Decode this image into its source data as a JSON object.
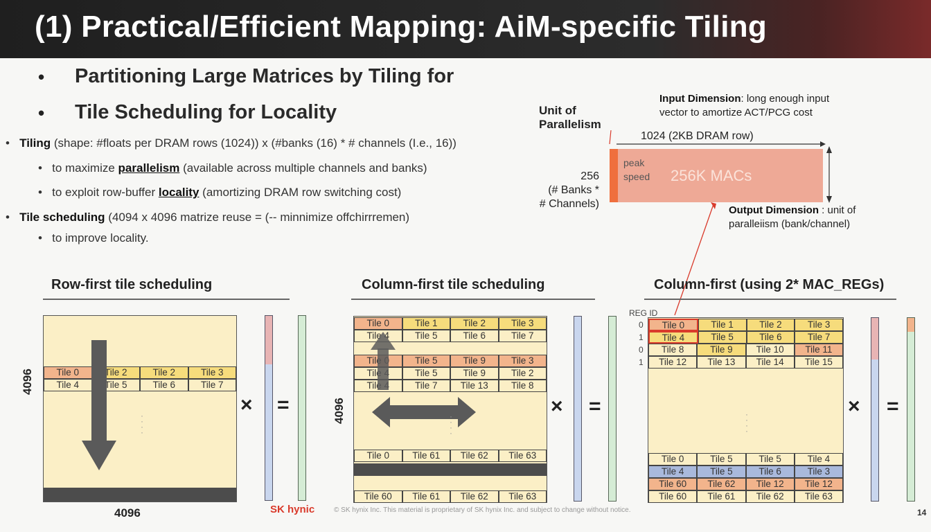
{
  "slide": {
    "title": "(1) Practical/Efficient Mapping: AiM-specific Tiling",
    "page_number": "14",
    "footer_logo": "SK hynic",
    "footer_text": "© SK hynix Inc. This material is proprietary of SK hynix Inc. and subject to change without notice."
  },
  "bullets": {
    "main": [
      "Partitioning Large Matrices by Tiling for",
      "Tile Scheduling for Locality"
    ],
    "tiling": {
      "bold": "Tiling",
      "rest": " (shape: #floats per DRAM rows (1024)) x (#banks (16) * # channels (I.e., 16))",
      "sub1_pre": "to maximize ",
      "sub1_u": "parallelism",
      "sub1_post": " (available across multiple channels and banks)",
      "sub2_pre": "to exploit row-buffer ",
      "sub2_u": "locality",
      "sub2_post": "  (amortizing DRAM row switching cost)"
    },
    "scheduling": {
      "bold": "Tile scheduling",
      "rest": " (4094 x 4096 matrize reuse = (-- minnimize offchirrremen)",
      "sub1": "to improve locality."
    }
  },
  "mac_diagram": {
    "unit_label": "Unit of\nParallelism",
    "input_dim_bold": "Input Dimension",
    "input_dim_text": ": long enough input\nvector to amortize ACT/PCG cost",
    "width_label": "1024 (2KB DRAM row)",
    "height_label": "256\n(# Banks *\n# Channels)",
    "peak_label": "peak\nspeed",
    "macs_label": "256K MACs",
    "output_dim_bold": "Output Dimension",
    "output_dim_text": " : unit of\nparalleiism (bank/channel)"
  },
  "panels": {
    "row_first": {
      "title": "Row-first tile scheduling",
      "left_dim": "4096",
      "bottom_dim": "4096",
      "rows": [
        [
          "Tile 0",
          "Tile 2",
          "Tile 2",
          "Tile 3"
        ],
        [
          "Tile 4",
          "Tile 5",
          "Tile 6",
          "Tile 7"
        ]
      ],
      "times": "×",
      "equals": "="
    },
    "col_first": {
      "title": "Column-first tile scheduling",
      "left_dim": "4096",
      "rows_top": [
        [
          "Tile 0",
          "Tile 1",
          "Tile 2",
          "Tile 3"
        ],
        [
          "Tile 4",
          "Tile 5",
          "Tile 6",
          "Tile 7"
        ]
      ],
      "rows_mid": [
        [
          "Tile 0",
          "Tile 5",
          "Tile 9",
          "Tile 3"
        ],
        [
          "Tile 4",
          "Tile 5",
          "Tile 9",
          "Tile 2"
        ],
        [
          "Tile 4",
          "Tile 7",
          "Tile 13",
          "Tile 8"
        ]
      ],
      "rows_bottom_a": [
        "Tile 0",
        "Tile 61",
        "Tile 62",
        "Tile 63"
      ],
      "rows_bottom_b": [
        "Tile 60",
        "Tile 61",
        "Tile 62",
        "Tile 63"
      ],
      "times": "×",
      "equals": "="
    },
    "col_first_reg": {
      "title": "Column-first (using 2* MAC_REGs)",
      "reg_id": "REG ID",
      "reg_ids": [
        "0",
        "1",
        "0",
        "1"
      ],
      "rows_top": [
        [
          "Tile 0",
          "Tile 1",
          "Tile 2",
          "Tile 3"
        ],
        [
          "Tile 4",
          "Tile 5",
          "Tile 6",
          "Tile 7"
        ],
        [
          "Tile 8",
          "Tile 9",
          "Tile 10",
          "Tile 11"
        ],
        [
          "Tile 12",
          "Tile 13",
          "Tile 14",
          "Tile 15"
        ]
      ],
      "rows_bottom": [
        [
          "Tile 0",
          "Tile 5",
          "Tile 5",
          "Tile 4"
        ],
        [
          "Tile 4",
          "Tile 5",
          "Tile 6",
          "Tile 3"
        ],
        [
          "Tile 60",
          "Tile 62",
          "Tile 12",
          "Tile 12"
        ],
        [
          "Tile 60",
          "Tile 61",
          "Tile 62",
          "Tile 63"
        ]
      ],
      "times": "×",
      "equals": "="
    }
  },
  "colors": {
    "orange": "#f2b48c",
    "yellow": "#f6dc7c",
    "blue": "#a9b9dc",
    "matrix_bg": "#fbefc6",
    "accent_red": "#d93a2b"
  }
}
